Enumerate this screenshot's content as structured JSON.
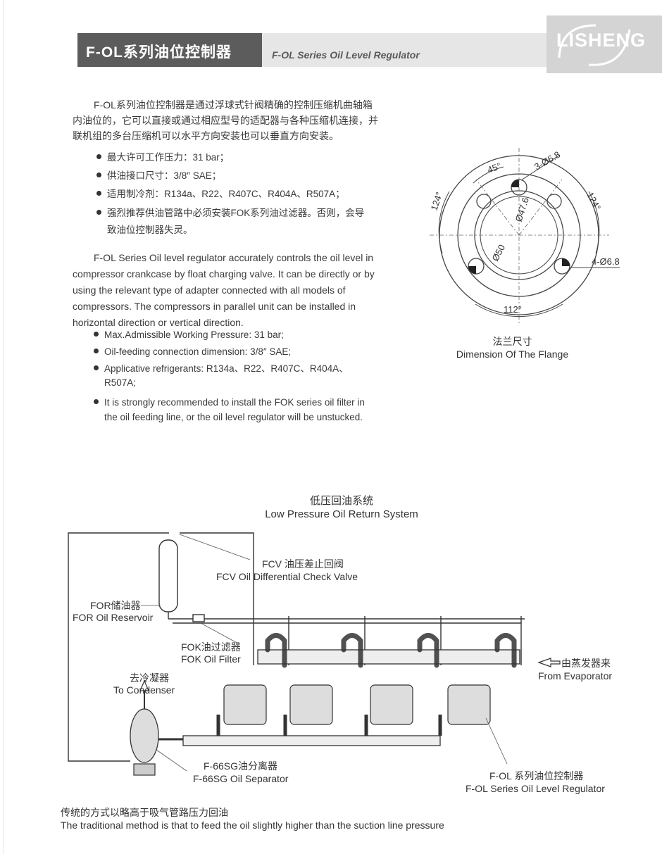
{
  "header": {
    "title_cn": "F-OL系列油位控制器",
    "title_en": "F-OL Series Oil Level Regulator",
    "logo": "LISHENG"
  },
  "intro_cn": {
    "lines": [
      "F-OL系列油位控制器是通过浮球式针阀精确的控制压缩机曲轴箱",
      "内油位的，它可以直接或通过相应型号的适配器与各种压缩机连接，并",
      "联机组的多台压缩机可以水平方向安装也可以垂直方向安装。"
    ],
    "bullets": [
      "最大许可工作压力：31 bar；",
      "供油接口尺寸：3/8″ SAE；",
      "适用制冷剂：R134a、R22、R407C、R404A、R507A；",
      "强烈推荐供油管路中必须安装FOK系列油过滤器。否则，会导",
      "致油位控制器失灵。"
    ]
  },
  "intro_en": {
    "lines": [
      "F-OL Series Oil level regulator accurately controls the oil level in",
      "compressor crankcase by float charging valve. It can be directly or by",
      "using the relevant type of adapter connected with all models of",
      "compressors. The compressors in parallel unit can be installed in",
      "horizontal direction or vertical direction."
    ],
    "bullets": [
      "Max.Admissible Working Pressure: 31 bar;",
      "Oil-feeding connection dimension: 3/8″  SAE;",
      "Applicative refrigerants: R134a、R22、R407C、R404A、",
      "R507A;",
      "It is strongly recommended to install the FOK series oil filter in",
      "the oil feeding line, or the oil level regulator will be unstucked."
    ]
  },
  "flange": {
    "caption_cn": "法兰尺寸",
    "caption_en": "Dimension Of The Flange",
    "dims": {
      "angle_top": "45°",
      "angle_left": "124°",
      "angle_right": "124°",
      "angle_bottom": "112°",
      "holes_top": "3-Ø6.8",
      "holes_side": "4-Ø6.8",
      "dia_inner": "Ø47.6",
      "dia_bolt": "Ø50"
    }
  },
  "system": {
    "title_cn": "低压回油系统",
    "title_en": "Low Pressure Oil Return System",
    "labels": {
      "fcv_cn": "FCV 油压差止回阀",
      "fcv_en": "FCV Oil Differential Check Valve",
      "for_cn": "FOR储油器",
      "for_en": "FOR Oil Reservoir",
      "fok_cn": "FOK油过滤器",
      "fok_en": "FOK Oil Filter",
      "cond_cn": "去冷凝器",
      "cond_en": "To Condenser",
      "evap_cn": "由蒸发器来",
      "evap_en": "From Evaporator",
      "sep_cn": "F-66SG油分离器",
      "sep_en": "F-66SG Oil Separator",
      "fol_cn": "F-OL 系列油位控制器",
      "fol_en": "F-OL Series Oil Level Regulator"
    }
  },
  "footer": {
    "cn": "传统的方式以略高于吸气管路压力回油",
    "en": "The traditional method is that to feed the oil slightly higher than the suction line pressure"
  }
}
